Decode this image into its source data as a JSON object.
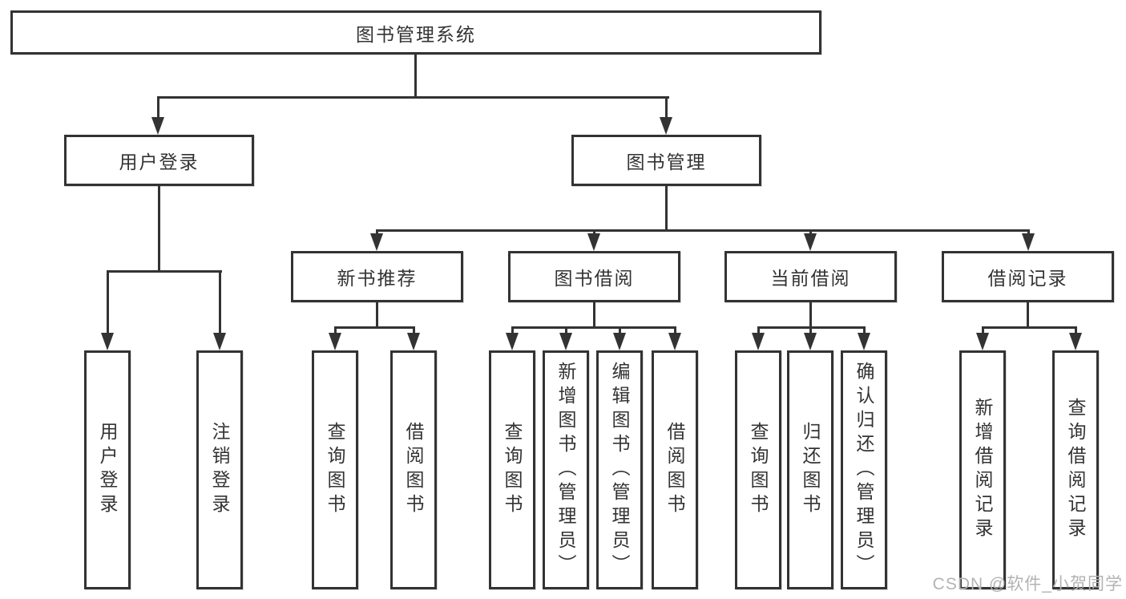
{
  "tree": {
    "root": "图书管理系统",
    "branches": [
      {
        "label": "用户登录",
        "leaves": [
          "用户登录",
          "注销登录"
        ]
      },
      {
        "label": "图书管理",
        "groups": [
          {
            "label": "新书推荐",
            "leaves": [
              "查询图书",
              "借阅图书"
            ]
          },
          {
            "label": "图书借阅",
            "leaves": [
              "查询图书",
              "新增图书（管理员）",
              "编辑图书（管理员）",
              "借阅图书"
            ]
          },
          {
            "label": "当前借阅",
            "leaves": [
              "查询图书",
              "归还图书",
              "确认归还（管理员）"
            ]
          },
          {
            "label": "借阅记录",
            "leaves": [
              "新增借阅记录",
              "查询借阅记录"
            ]
          }
        ]
      }
    ]
  },
  "watermark": {
    "text": "CSDN @软件_小贺同学"
  },
  "colors": {
    "line": "#333333",
    "box_border": "#333333",
    "box_background": "#ffffff",
    "text": "#333333",
    "watermark_text": "#b3b3b3",
    "page_background": "#ffffff"
  }
}
